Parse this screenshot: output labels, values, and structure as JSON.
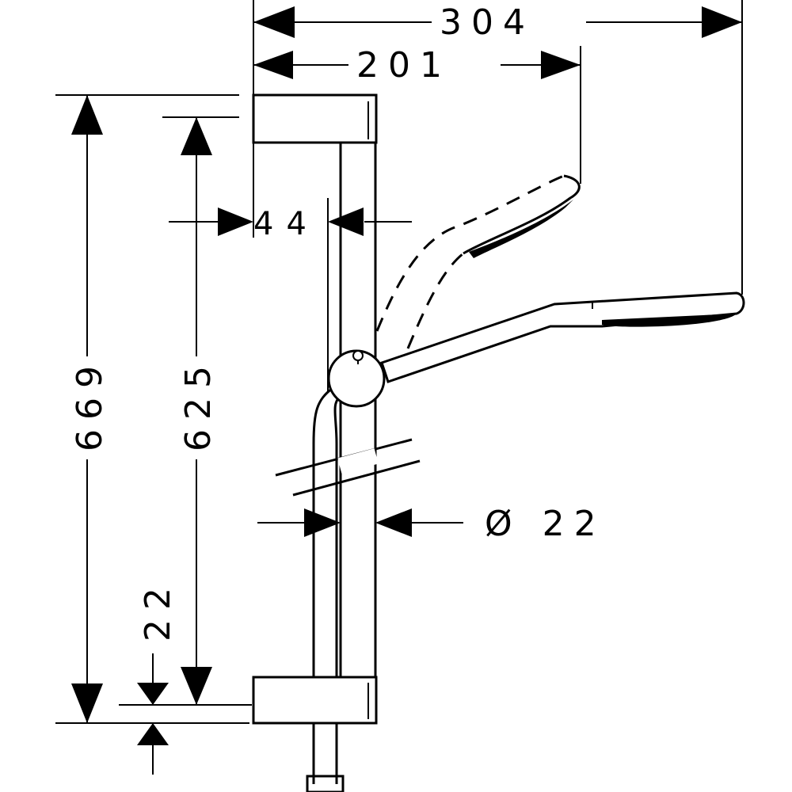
{
  "drawing": {
    "dimensions": {
      "overall_width": "304",
      "head_width": "201",
      "bracket_offset": "44",
      "rail_diameter": "Ø 22",
      "overall_height": "669",
      "bracket_spacing": "625",
      "bracket_height": "22"
    }
  }
}
